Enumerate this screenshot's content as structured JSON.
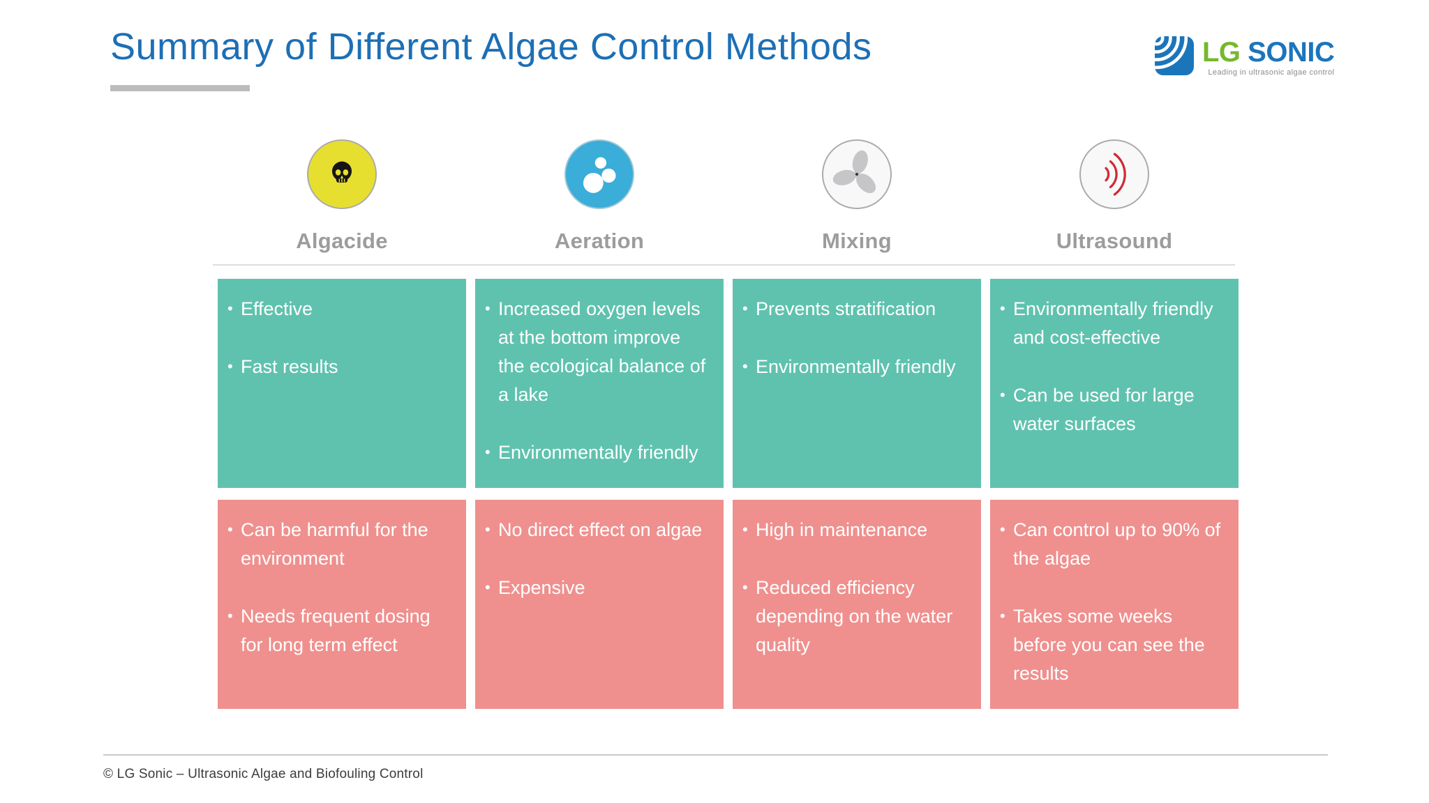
{
  "title": "Summary of Different Algae Control Methods",
  "logo": {
    "lg": "LG",
    "sonic": "SONIC",
    "tagline": "Leading in ultrasonic algae control"
  },
  "colors": {
    "title_blue": "#1d6fb5",
    "pros_teal": "#5fc2ae",
    "cons_pink": "#ef908e",
    "algacide_yellow": "#e7df30",
    "aeration_blue": "#3aadd9",
    "ultrasound_red": "#ce2b37",
    "logo_green": "#76b82c",
    "logo_blue": "#1c75bc",
    "label_gray": "#9c9c9e"
  },
  "columns": [
    {
      "label": "Algacide",
      "icon": "skull-icon",
      "pros": [
        "Effective",
        "Fast results"
      ],
      "cons": [
        "Can be harmful for the environment",
        "Needs frequent dosing for long term effect"
      ]
    },
    {
      "label": "Aeration",
      "icon": "bubbles-icon",
      "pros": [
        "Increased oxygen levels at the bottom improve the ecological balance of a lake",
        "Environmentally friendly"
      ],
      "cons": [
        "No direct effect on algae",
        "Expensive"
      ]
    },
    {
      "label": "Mixing",
      "icon": "propeller-icon",
      "pros": [
        "Prevents stratification",
        "Environmentally friendly"
      ],
      "cons": [
        "High in maintenance",
        "Reduced efficiency depending on the water quality"
      ]
    },
    {
      "label": "Ultrasound",
      "icon": "sound-waves-icon",
      "pros": [
        "Environmentally friendly and cost-effective",
        "Can be used for large water surfaces"
      ],
      "cons": [
        "Can control up to 90% of the algae",
        "Takes some weeks before you can see the results"
      ]
    }
  ],
  "footer": {
    "text": "© LG Sonic – Ultrasonic Algae and Biofouling Control"
  }
}
